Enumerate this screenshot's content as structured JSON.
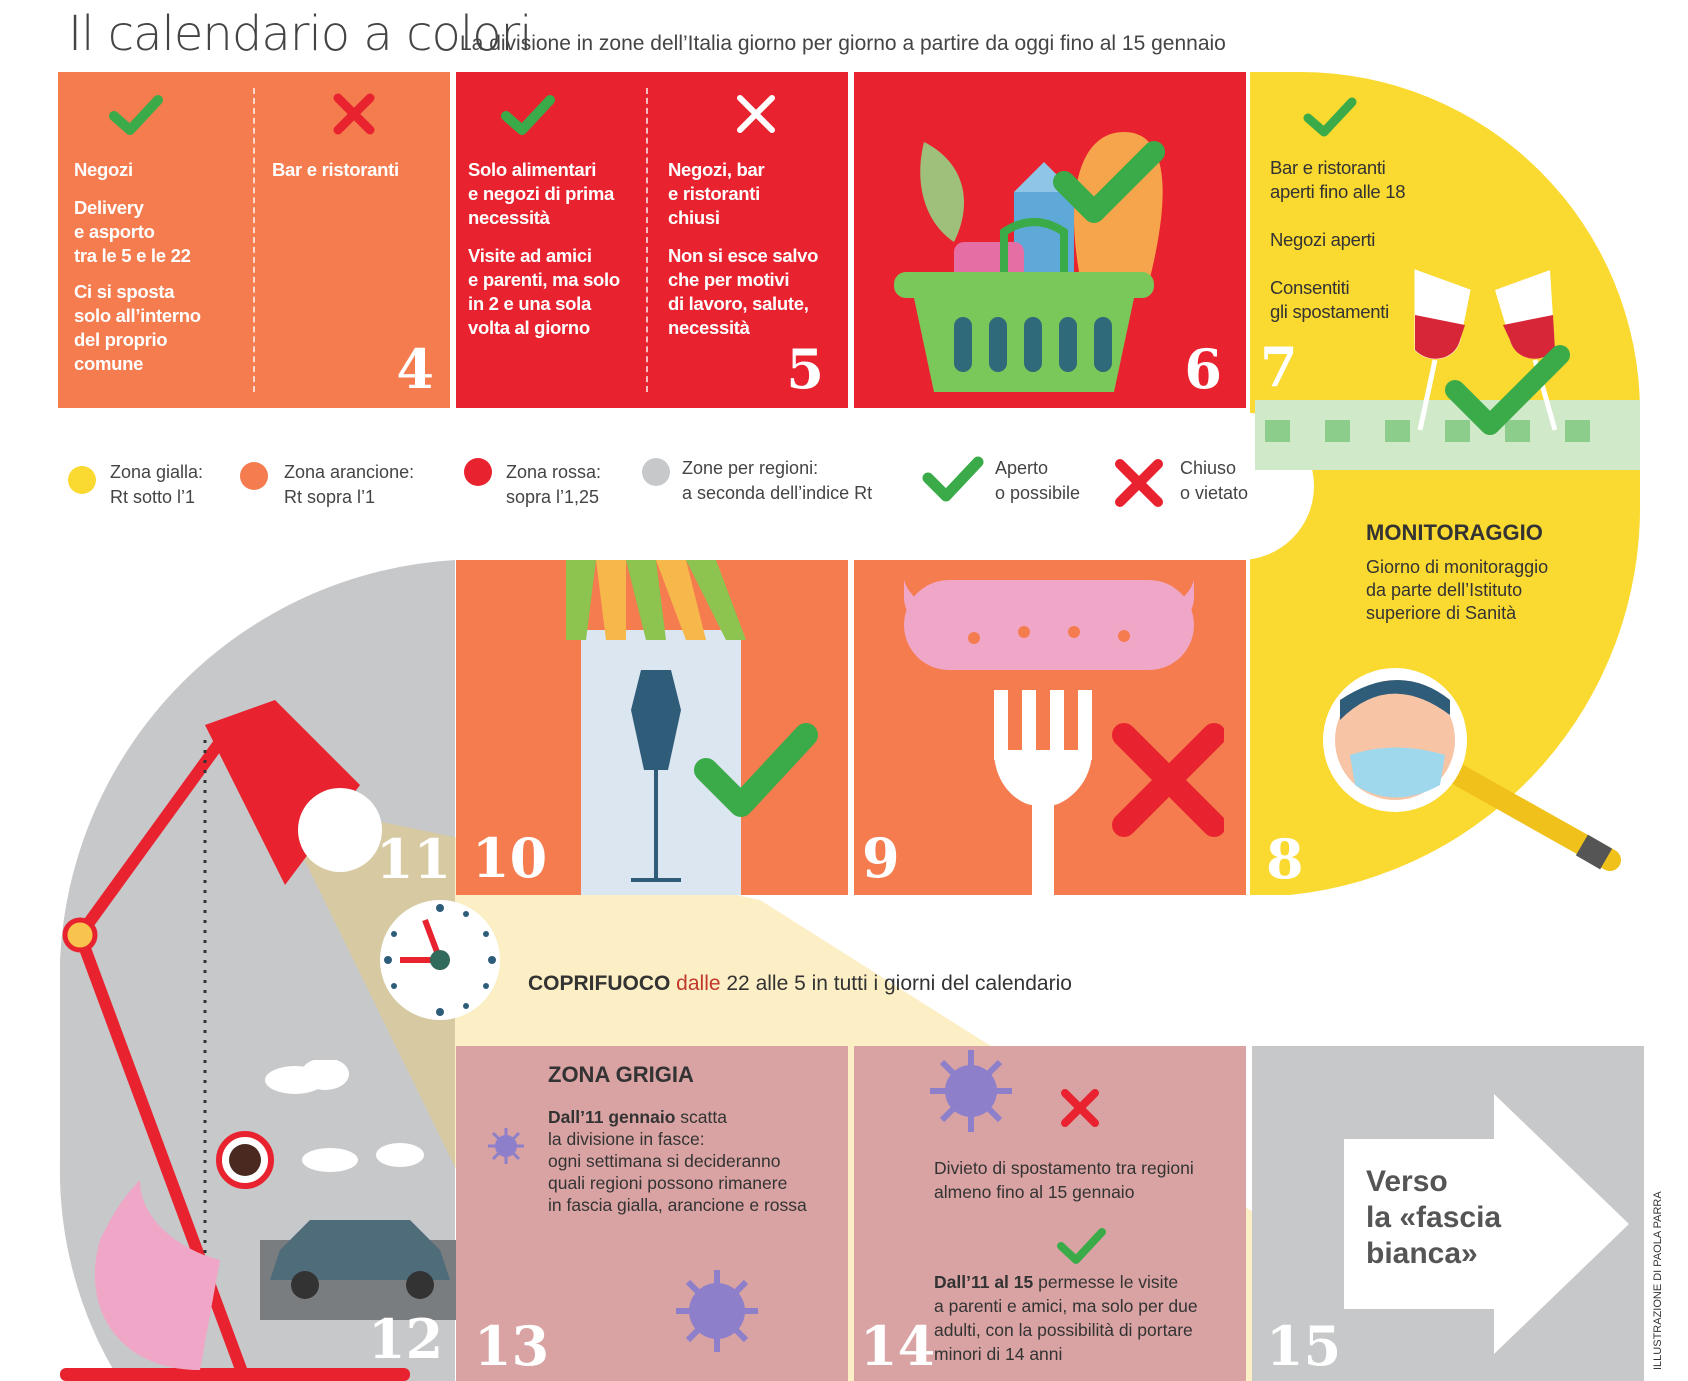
{
  "header": {
    "title": "Il calendario a colori",
    "subtitle": "La divisione in zone dell’Italia giorno per giorno a partire da oggi fino al 15 gennaio"
  },
  "colors": {
    "yellow": "#fad930",
    "orange": "#f47c4f",
    "red": "#e8232f",
    "grey": "#c7c8ca",
    "green": "#3aab48",
    "pink": "#d9a3a3"
  },
  "days": {
    "d4": {
      "number": "4",
      "open_items": [
        "Negozi",
        "Delivery e asporto tra le 5 e le 22",
        "Ci si sposta solo all’interno del proprio comune"
      ],
      "open_lines": [
        "Negozi",
        "Delivery",
        "e asporto",
        "tra le 5 e le 22",
        "Ci si sposta",
        "solo all’interno",
        "del proprio",
        "comune"
      ],
      "closed_item": "Bar e ristoranti"
    },
    "d5": {
      "number": "5",
      "open_lines": [
        "Solo alimentari",
        "e negozi di prima",
        "necessità",
        "Visite ad amici",
        " e  parenti, ma solo",
        "in 2 e una sola",
        "volta al giorno"
      ],
      "closed_lines": [
        "Negozi, bar",
        "e ristoranti",
        "chiusi",
        "Non si esce salvo",
        "che per motivi",
        "di lavoro, salute,",
        "necessità"
      ]
    },
    "d6": {
      "number": "6"
    },
    "d7": {
      "number": "7",
      "lines": [
        "Bar e ristoranti",
        "aperti fino alle 18",
        "Negozi aperti",
        "Consentiti",
        "gli spostamenti"
      ]
    },
    "d8": {
      "number": "8",
      "heading": "MONITORAGGIO",
      "lines": [
        "Giorno di monitoraggio",
        "da parte dell’Istituto",
        "superiore di Sanità"
      ]
    },
    "d9": {
      "number": "9"
    },
    "d10": {
      "number": "10"
    },
    "d11": {
      "number": "11"
    },
    "d12": {
      "number": "12"
    },
    "d13": {
      "number": "13",
      "heading": "ZONA GRIGIA",
      "intro_bold": "Dall’11 gennaio",
      "intro_rest": " scatta",
      "lines": [
        "la divisione in fasce:",
        "ogni settimana si decideranno",
        "quali regioni possono rimanere",
        "in fascia gialla, arancione e rossa"
      ]
    },
    "d14": {
      "number": "14",
      "closed_lines": [
        "Divieto di spostamento tra regioni",
        "almeno fino al 15 gennaio"
      ],
      "open_bold": "Dall’11 al 15",
      "open_rest": " permesse le visite",
      "open_lines": [
        "a parenti e amici, ma solo per due",
        "adulti, con la possibilità di portare",
        "minori di 14 anni"
      ]
    },
    "d15": {
      "number": "15",
      "arrow_lines": [
        "Verso",
        "la «fascia",
        "bianca»"
      ]
    }
  },
  "legend": [
    {
      "color": "yellow",
      "line1": "Zona gialla:",
      "line2": "Rt sotto l’1"
    },
    {
      "color": "orange",
      "line1": "Zona arancione:",
      "line2": "Rt sopra l’1"
    },
    {
      "color": "red",
      "line1": "Zona rossa:",
      "line2": "sopra l’1,25"
    },
    {
      "color": "grey",
      "line1": "Zone per regioni:",
      "line2": "a seconda dell’indice Rt"
    },
    {
      "icon": "check-icon",
      "line1": "Aperto",
      "line2": "o possibile"
    },
    {
      "icon": "cross-icon",
      "line1": "Chiuso",
      "line2": "o vietato"
    }
  ],
  "curfew": {
    "bold": "COPRIFUOCO",
    "highlight": " dalle",
    "rest": " 22 alle 5 in tutti i giorni del calendario"
  },
  "credit": "ILLUSTRAZIONE DI PAOLA PARRA"
}
